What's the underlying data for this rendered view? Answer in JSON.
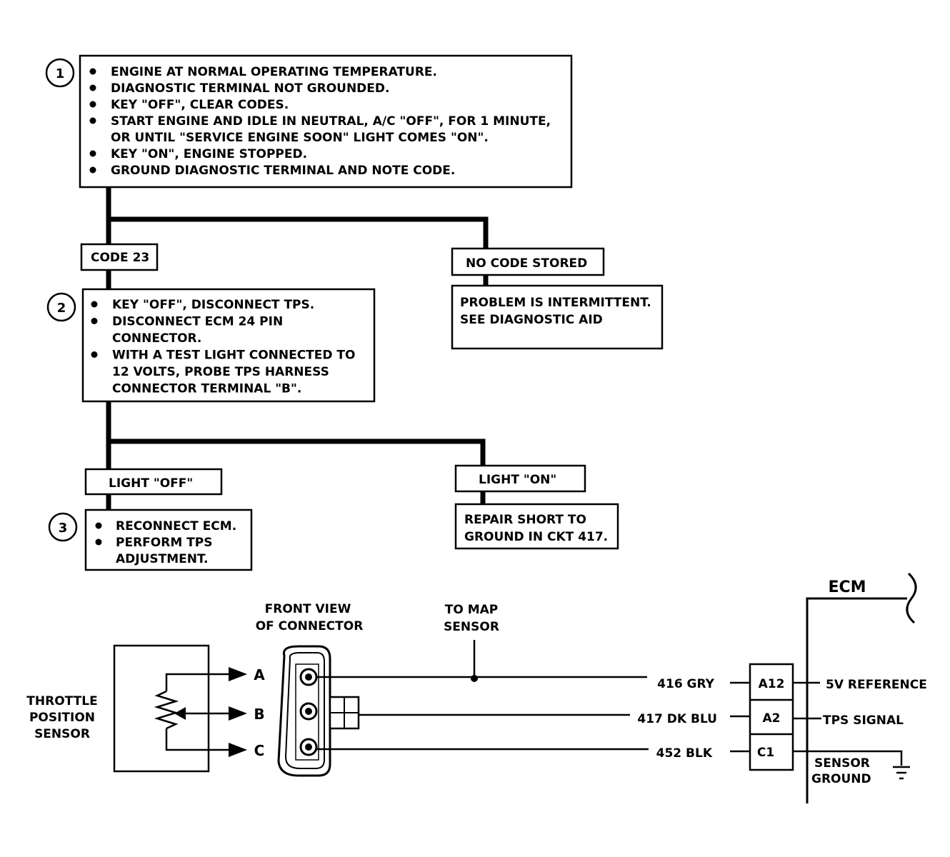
{
  "flow": {
    "step1": {
      "number": "1",
      "bullets": [
        "ENGINE AT NORMAL OPERATING TEMPERATURE.",
        "DIAGNOSTIC TERMINAL NOT GROUNDED.",
        "KEY \"OFF\", CLEAR CODES.",
        [
          "START ENGINE AND IDLE IN NEUTRAL, A/C \"OFF\", FOR 1 MINUTE,",
          "OR UNTIL \"SERVICE ENGINE SOON\" LIGHT COMES \"ON\"."
        ],
        "KEY \"ON\", ENGINE STOPPED.",
        "GROUND DIAGNOSTIC TERMINAL AND NOTE CODE."
      ]
    },
    "code23": "CODE 23",
    "no_code": "NO CODE STORED",
    "intermittent": [
      "PROBLEM IS INTERMITTENT.",
      "SEE DIAGNOSTIC AID"
    ],
    "step2": {
      "number": "2",
      "bullets": [
        "KEY \"OFF\", DISCONNECT TPS.",
        [
          "DISCONNECT ECM 24 PIN",
          "CONNECTOR."
        ],
        [
          "WITH A TEST LIGHT CONNECTED TO",
          "12 VOLTS, PROBE TPS HARNESS",
          "CONNECTOR TERMINAL \"B\"."
        ]
      ]
    },
    "light_off": "LIGHT \"OFF\"",
    "light_on": "LIGHT \"ON\"",
    "step3": {
      "number": "3",
      "bullets": [
        "RECONNECT ECM.",
        [
          "PERFORM TPS",
          "ADJUSTMENT."
        ]
      ]
    },
    "repair": [
      "REPAIR SHORT TO",
      "GROUND IN CKT 417."
    ]
  },
  "wiring": {
    "sensor_label": [
      "THROTTLE",
      "POSITION",
      "SENSOR"
    ],
    "connector_label": [
      "FRONT VIEW",
      "OF CONNECTOR"
    ],
    "map_label": [
      "TO MAP",
      "SENSOR"
    ],
    "pins": [
      "A",
      "B",
      "C"
    ],
    "wires": [
      "416 GRY",
      "417 DK BLU",
      "452 BLK"
    ],
    "ecm_pins": [
      "A12",
      "A2",
      "C1"
    ],
    "ecm_signals": [
      "5V REFERENCE",
      "TPS SIGNAL"
    ],
    "sensor_ground": [
      "SENSOR",
      "GROUND"
    ],
    "ecm_label": "ECM"
  }
}
